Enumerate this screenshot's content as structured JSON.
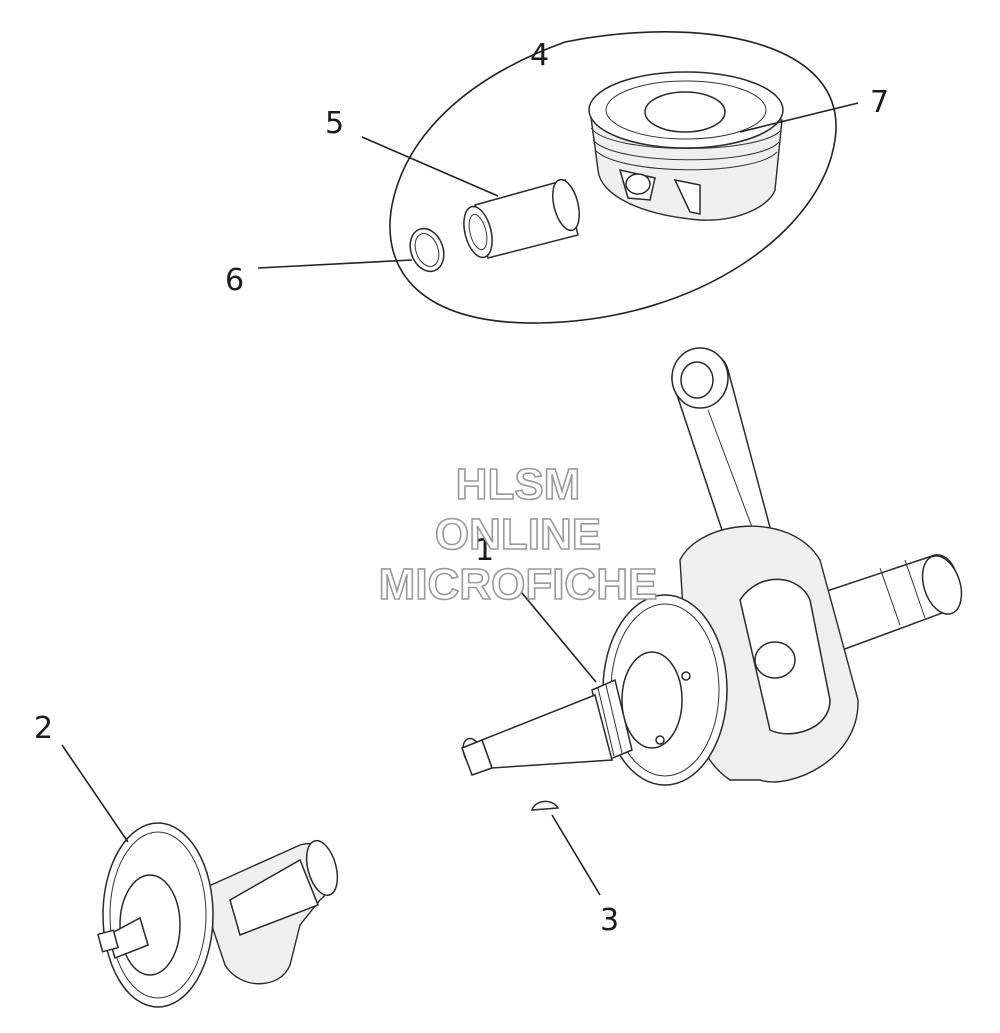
{
  "callouts": [
    {
      "id": "1",
      "text": "1"
    },
    {
      "id": "2",
      "text": "2"
    },
    {
      "id": "3",
      "text": "3"
    },
    {
      "id": "4",
      "text": "4"
    },
    {
      "id": "5",
      "text": "5"
    },
    {
      "id": "6",
      "text": "6"
    },
    {
      "id": "7",
      "text": "7"
    }
  ],
  "watermark": {
    "line1": "HLSM",
    "line2": "ONLINE",
    "line3": "MICROFICHE"
  }
}
